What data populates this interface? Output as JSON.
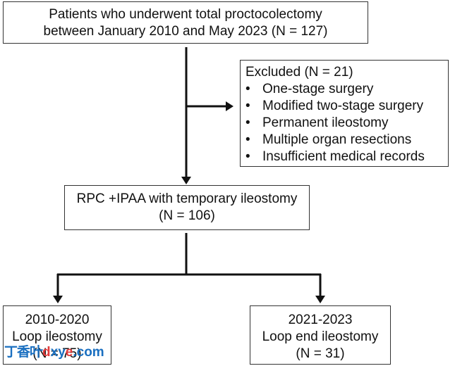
{
  "top_box": {
    "line1": "Patients who underwent total proctocolectomy",
    "line2": "between January 2010 and May 2023 (N = 127)"
  },
  "excluded_box": {
    "title": "Excluded (N = 21)",
    "items": [
      "One-stage surgery",
      "Modified two-stage surgery",
      "Permanent ileostomy",
      "Multiple organ resections",
      "Insufficient medical records"
    ]
  },
  "middle_box": {
    "line1": "RPC +IPAA with temporary ileostomy",
    "line2": "(N = 106)"
  },
  "left_box": {
    "line1": "2010-2020",
    "line2": "Loop ileostomy",
    "line3": "(N = 75)"
  },
  "right_box": {
    "line1": "2021-2023",
    "line2": "Loop end ileostomy",
    "line3": "(N = 31)"
  },
  "watermark": {
    "cn": "丁香叶",
    "en_d": "d",
    "en_rest": "xy",
    "en_e": "e",
    "en_tld": ".com"
  }
}
